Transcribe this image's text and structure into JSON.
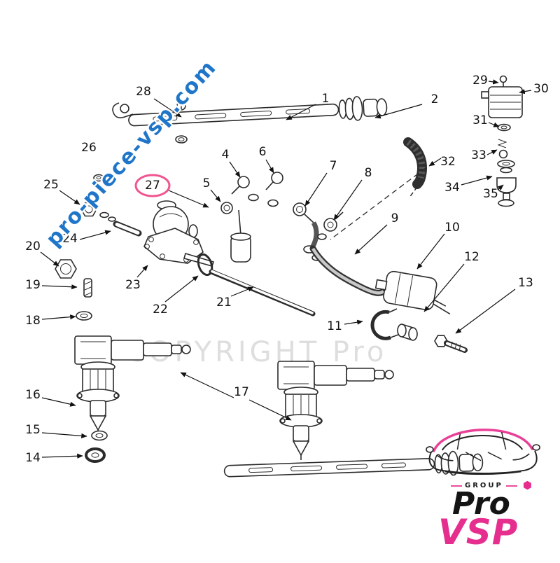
{
  "watermark": {
    "diagonal_text": "pro-piece-vsp.com",
    "diagonal_color": "#1f76c9",
    "copyright_text": "COPYRIGHT Pro",
    "copyright_color": "#dedede"
  },
  "logo": {
    "group_label": "GROUP",
    "pro_label": "Pro",
    "vsp_label": "VSP",
    "hex_icon": "⬢",
    "accent_color": "#e62e8e",
    "dark_color": "#141414"
  },
  "diagram": {
    "highlighted_part": "27",
    "highlight_color": "#f0558f",
    "labels": {
      "p1": "1",
      "p2": "2",
      "p4": "4",
      "p5": "5",
      "p6": "6",
      "p7": "7",
      "p8": "8",
      "p9": "9",
      "p10": "10",
      "p11": "11",
      "p12": "12",
      "p13": "13",
      "p14": "14",
      "p15": "15",
      "p16": "16",
      "p17": "17",
      "p18": "18",
      "p19": "19",
      "p20": "20",
      "p21": "21",
      "p22": "22",
      "p23": "23",
      "p24": "24",
      "p25": "25",
      "p26": "26",
      "p27": "27",
      "p28": "28",
      "p29": "29",
      "p30": "30",
      "p31": "31",
      "p32": "32",
      "p33": "33",
      "p34": "34",
      "p35": "35"
    }
  }
}
